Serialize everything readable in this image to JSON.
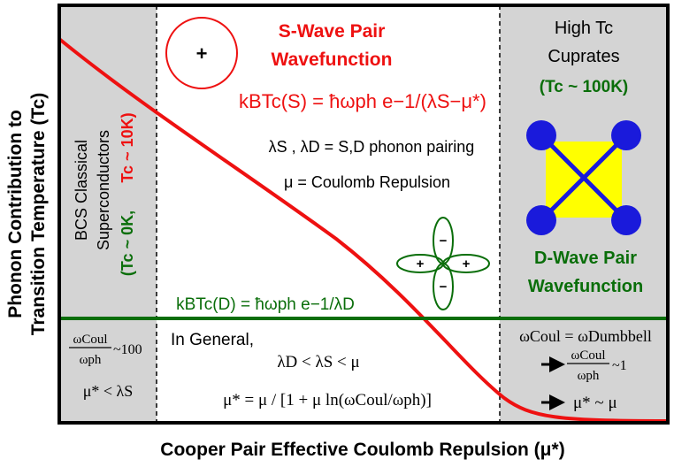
{
  "axes": {
    "ylabel_line1": "Phonon Contribution to",
    "ylabel_line2": "Transition Temperature (Tc)",
    "xlabel": "Cooper Pair Effective Coulomb Repulsion (μ*)"
  },
  "left_region": {
    "title_line1": "BCS Classical",
    "title_line2": "Superconductors",
    "tc_green": "(Tc ~ 0K,",
    "tc_red": "Tc ~ 10K)",
    "ratio_num": "ωCoul",
    "ratio_den": "ωph",
    "ratio_rhs": "~100",
    "mu_lt_lambda": "μ* < λS"
  },
  "middle_region": {
    "swave_line1": "S-Wave Pair",
    "swave_line2": "Wavefunction",
    "swave_symbol": "+",
    "formula_s": "kBTc(S) = ħωph e−1/(λS−μ*)",
    "lambda_def": "λS , λD = S,D phonon pairing",
    "mu_def": "μ = Coulomb Repulsion",
    "dwave_plus": "+",
    "dwave_minus": "−",
    "formula_d": "kBTc(D) = ħωph e−1/λD",
    "general_title": "In General,",
    "general_ineq": "λD < λS < μ",
    "general_mu": "μ* = μ / [1 + μ ln(ωCoul/ωph)]"
  },
  "right_region": {
    "title_line1": "High Tc",
    "title_line2": "Cuprates",
    "tc": "(Tc ~ 100K)",
    "dwave_line1": "D-Wave Pair",
    "dwave_line2": "Wavefunction",
    "omega_eq": "ωCoul = ωDumbbell",
    "ratio_num": "ωCoul",
    "ratio_den": "ωph",
    "ratio_rhs": "~1",
    "mu_approx": "μ* ~ μ"
  },
  "colors": {
    "red": "#ee1111",
    "green": "#0a6e0a",
    "blue": "#1a1adb",
    "yellow": "#ffff00",
    "gray": "#d4d4d4"
  }
}
